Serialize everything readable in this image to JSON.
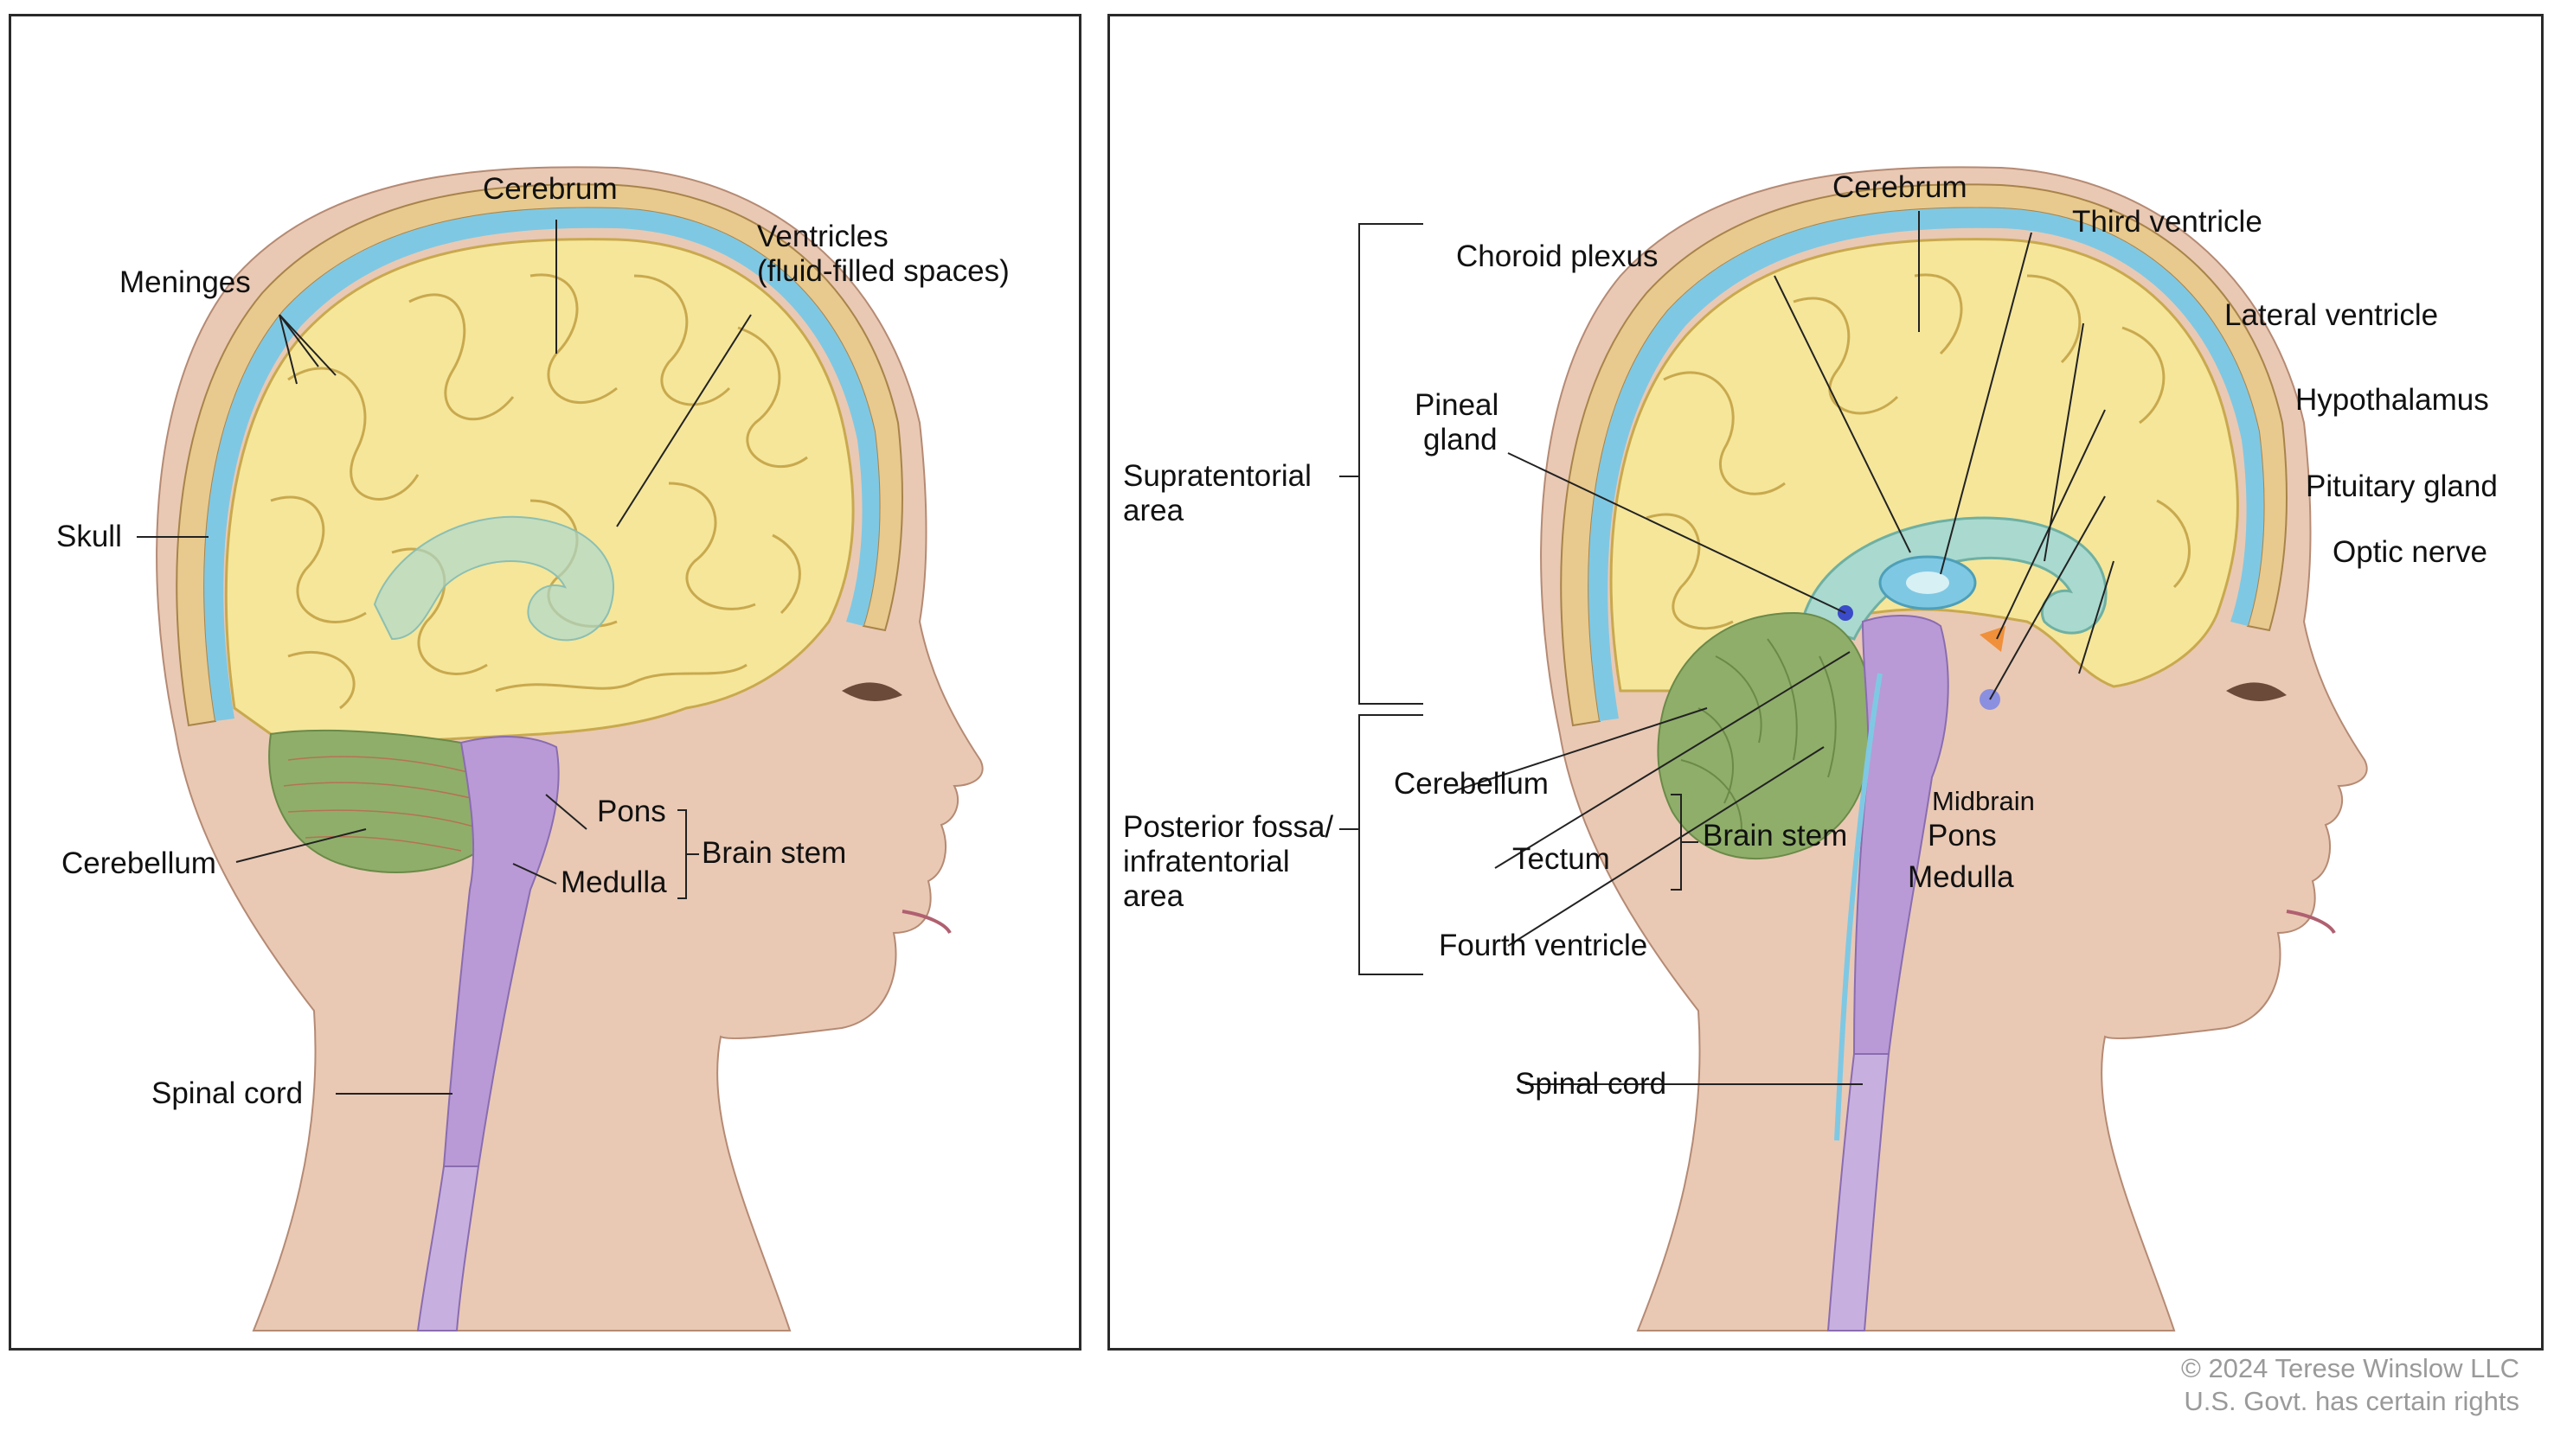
{
  "left_panel": {
    "labels": {
      "cerebrum": "Cerebrum",
      "ventricles": "Ventricles",
      "ventricles_note": "(fluid-filled spaces)",
      "meninges": "Meninges",
      "skull": "Skull",
      "cerebellum": "Cerebellum",
      "pons": "Pons",
      "medulla": "Medulla",
      "brain_stem": "Brain stem",
      "spinal_cord": "Spinal cord"
    }
  },
  "right_panel": {
    "labels": {
      "cerebrum": "Cerebrum",
      "third_ventricle": "Third ventricle",
      "choroid_plexus": "Choroid plexus",
      "lateral_ventricle": "Lateral ventricle",
      "pineal_gland_1": "Pineal",
      "pineal_gland_2": "gland",
      "hypothalamus": "Hypothalamus",
      "supratentorial_1": "Supratentorial",
      "supratentorial_2": "area",
      "pituitary_gland": "Pituitary gland",
      "optic_nerve": "Optic nerve",
      "cerebellum": "Cerebellum",
      "midbrain": "Midbrain",
      "pons": "Pons",
      "medulla": "Medulla",
      "brain_stem": "Brain stem",
      "tectum": "Tectum",
      "posterior_1": "Posterior fossa/",
      "posterior_2": "infratentorial",
      "posterior_3": "area",
      "fourth_ventricle": "Fourth ventricle",
      "spinal_cord": "Spinal cord"
    }
  },
  "credit": {
    "line1": "© 2024 Terese Winslow LLC",
    "line2": "U.S. Govt. has certain rights"
  },
  "colors": {
    "skin": "#e9c9b4",
    "skin_shadow": "#c99b84",
    "cerebrum": "#f5e69a",
    "cerebrum_line": "#c9a94e",
    "cerebellum": "#8fae6a",
    "brainstem": "#b99ad6",
    "csf": "#7fc8e3",
    "ventricle": "#a9d9cf",
    "skull": "#e8c98e",
    "pituitary": "#f0903a"
  }
}
